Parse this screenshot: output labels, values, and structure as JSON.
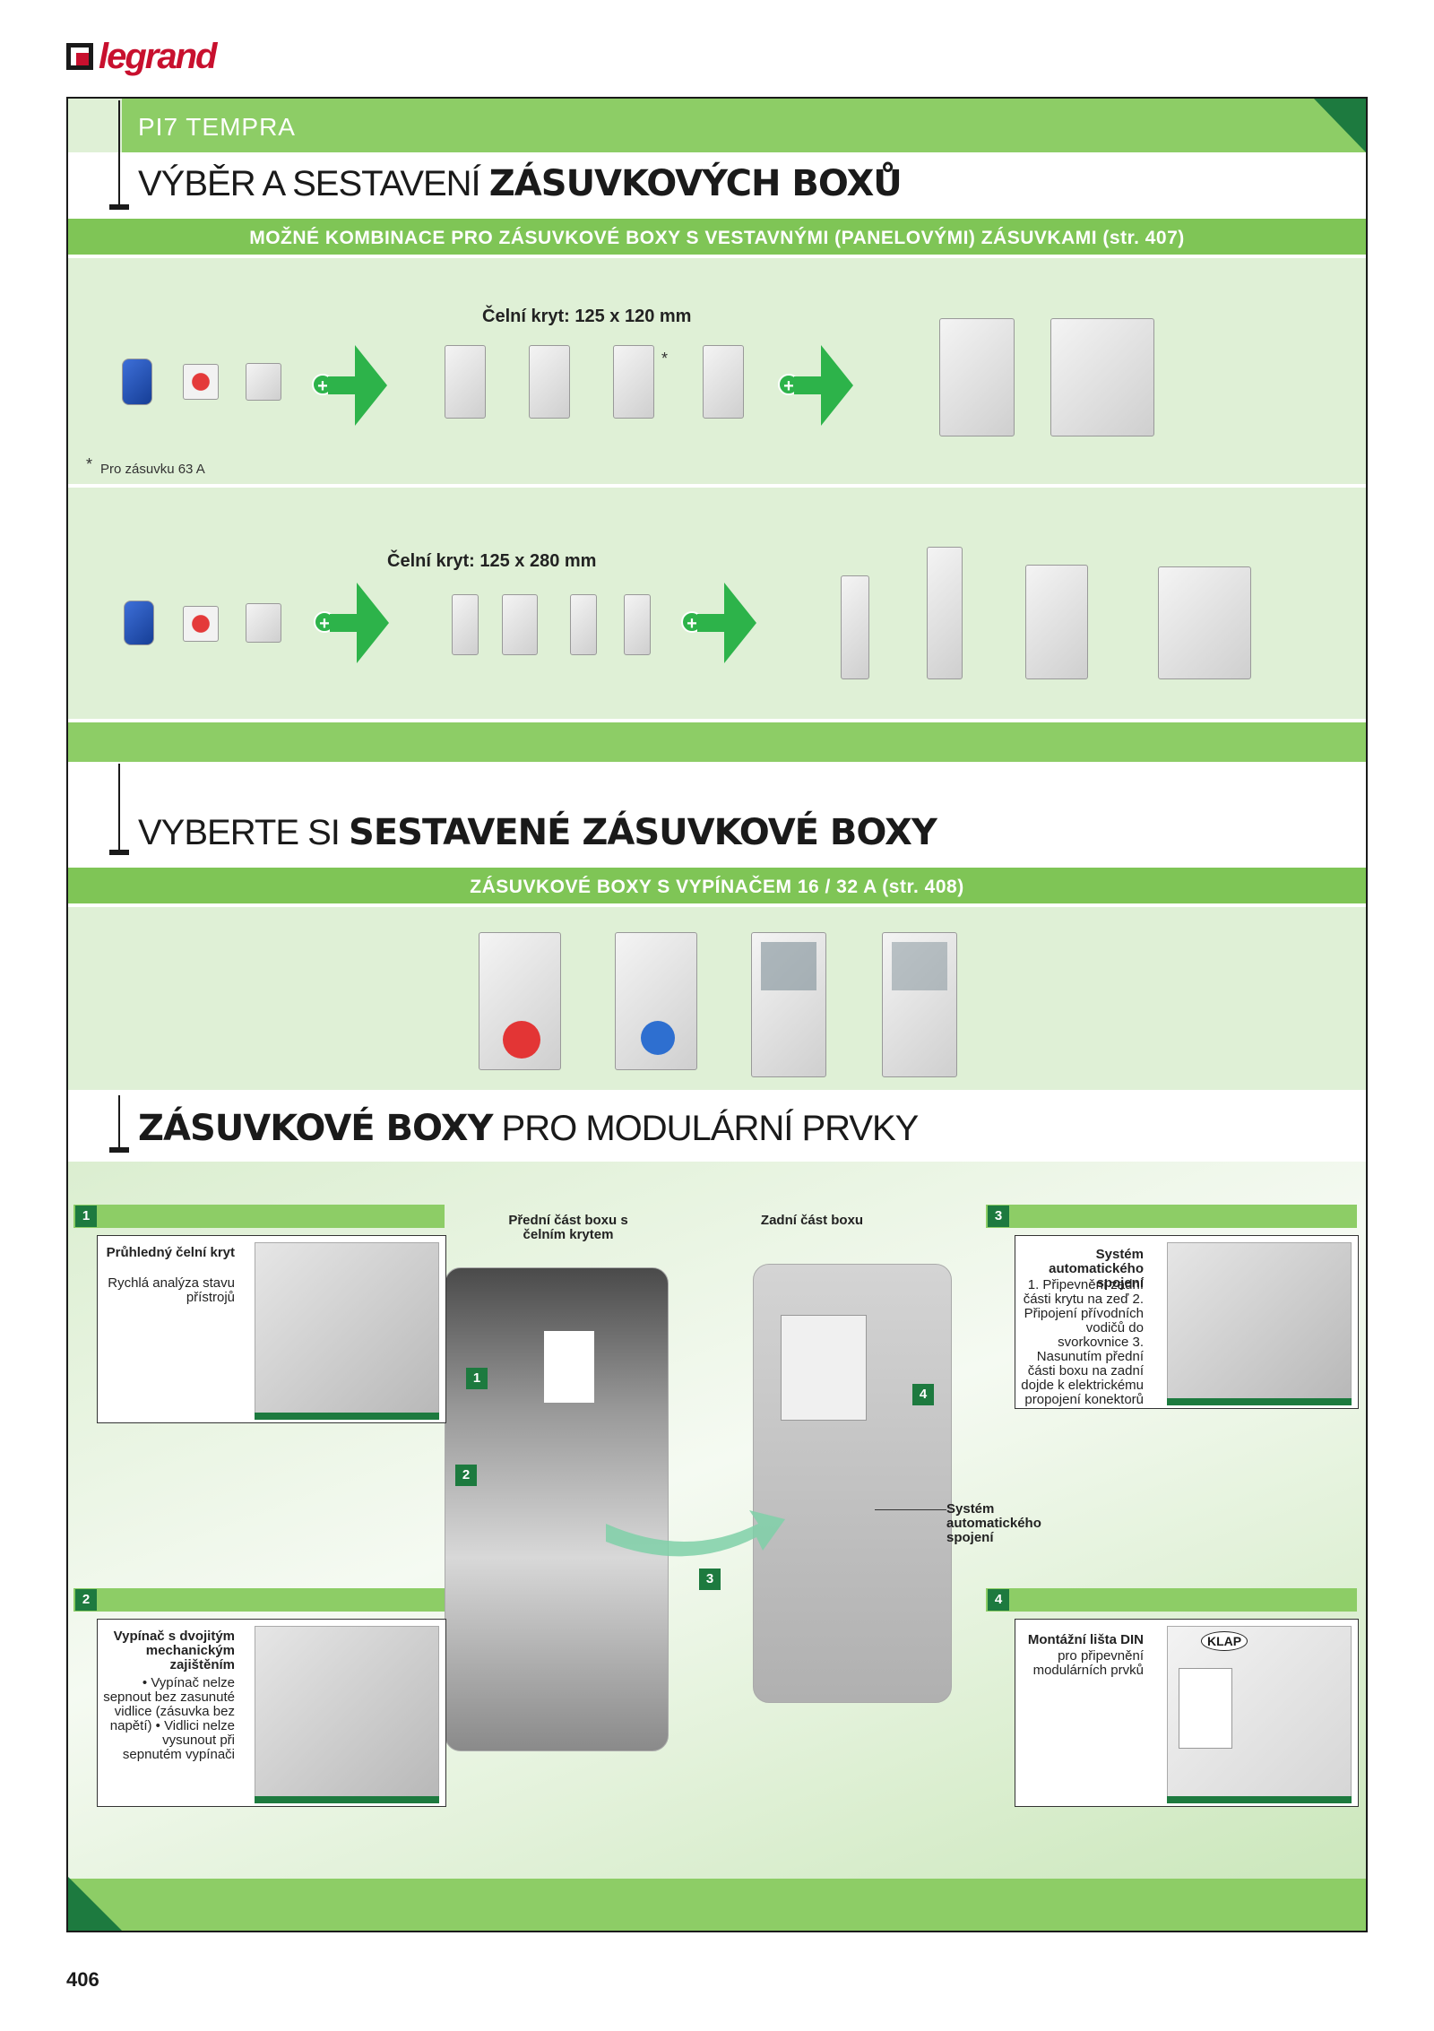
{
  "brand": {
    "logo_text": "legrand"
  },
  "header": {
    "series": "PI7 TEMPRA",
    "title_light": "VÝBĚR A SESTAVENÍ ",
    "title_bold": "ZÁSUVKOVÝCH BOXŮ"
  },
  "section1": {
    "band": "MOŽNÉ KOMBINACE PRO ZÁSUVKOVÉ BOXY S VESTAVNÝMI (PANELOVÝMI) ZÁSUVKAMI (str. 407)",
    "row1_label": "Čelní kryt: 125 x 120 mm",
    "row1_asterisk": "*",
    "row1_note_star": "*",
    "row1_note": "Pro zásuvku 63 A",
    "row2_label": "Čelní kryt: 125 x 280 mm",
    "plus_symbol": "+"
  },
  "section2": {
    "title_light": "VYBERTE SI ",
    "title_bold": "SESTAVENÉ ZÁSUVKOVÉ BOXY",
    "band": "ZÁSUVKOVÉ BOXY S VYPÍNAČEM 16 / 32 A (str. 408)"
  },
  "section3": {
    "title_bold": "ZÁSUVKOVÉ BOXY",
    "title_light": " PRO MODULÁRNÍ PRVKY",
    "front_label": "Přední část boxu s čelním krytem",
    "back_label": "Zadní část boxu",
    "center_tag": "Systém automatického spojení",
    "markers": [
      "1",
      "2",
      "3",
      "4"
    ],
    "callouts": [
      {
        "num": "1",
        "title": "Průhledný čelní kryt",
        "body": "Rychlá analýza stavu přístrojů"
      },
      {
        "num": "2",
        "title": "Vypínač s dvojitým mechanickým zajištěním",
        "body": "• Vypínač nelze sepnout bez zasunuté vidlice (zásuvka bez napětí) • Vidlici nelze vysunout při sepnutém vypínači"
      },
      {
        "num": "3",
        "title": "Systém automatického spojení",
        "body": "1. Připevnění zadní části krytu na zeď 2. Připojení přívodních vodičů do svorkovnice 3. Nasunutím přední části boxu na zadní dojde k elektrickému propojení konektorů"
      },
      {
        "num": "4",
        "title": "Montážní lišta DIN",
        "body": "pro připevnění modulárních prvků",
        "badge": "KLAP"
      }
    ]
  },
  "footer": {
    "page_number": "406"
  },
  "colors": {
    "green_light": "#8dcd66",
    "green_dark": "#1d7a3f",
    "arrow": "#2db34a",
    "brand_red": "#c8102e"
  }
}
